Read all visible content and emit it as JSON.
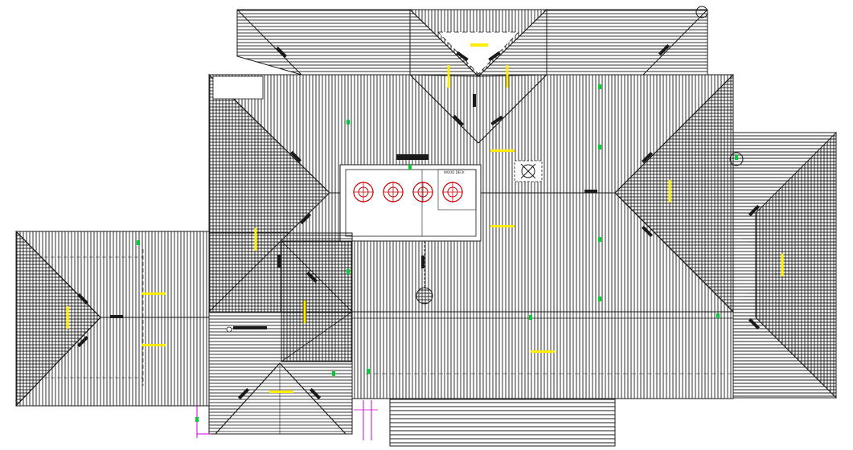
{
  "drawing": {
    "kind": "roof-plan",
    "colors": {
      "background": "#ffffff",
      "linework": "#1a1a1a",
      "arrow_marker": "#ffee00",
      "point_marker": "#00cc33",
      "fixture": "#cc0000",
      "dimension": "#cc00cc"
    },
    "notes": {
      "deck_label": "WOOD DECK"
    },
    "fixtures": [
      "fixture-1",
      "fixture-2",
      "fixture-3",
      "fixture-4"
    ]
  }
}
